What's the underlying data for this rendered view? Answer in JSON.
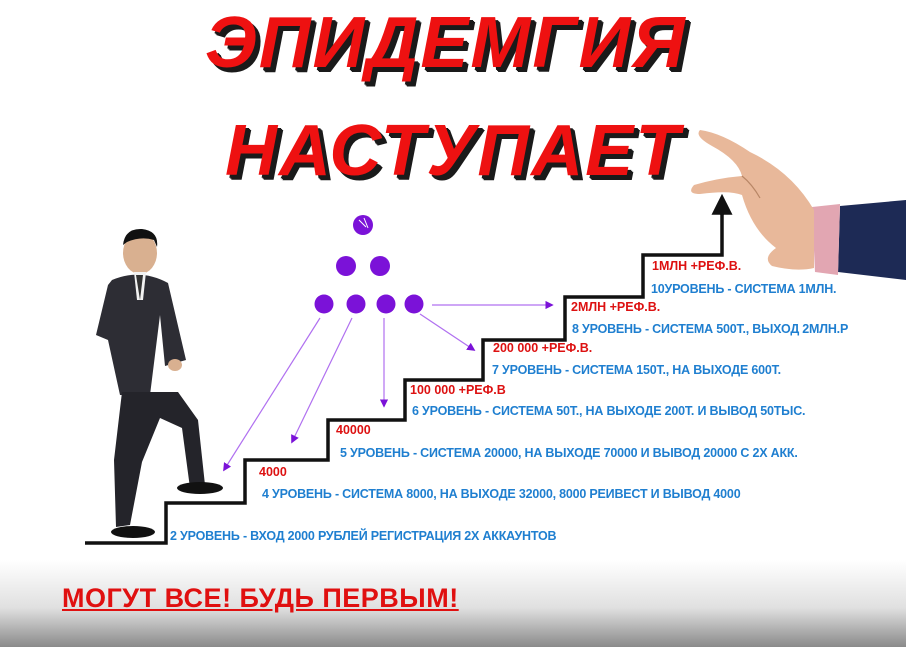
{
  "poster": {
    "title_line1": "ЭПИДЕМГИЯ",
    "title_line2": "НАСТУПАЕТ",
    "slogan": "МОГУТ ВСЕ!  БУДЬ ПЕРВЫМ!",
    "levels": [
      "2 УРОВЕНЬ - ВХОД 2000 РУБЛЕЙ РЕГИСТРАЦИЯ 2Х АККАУНТОВ",
      "4 УРОВЕНЬ - СИСТЕМА 8000, НА ВЫХОДЕ 32000, 8000 РЕИВЕСТ И ВЫВОД 4000",
      "5 УРОВЕНЬ - СИСТЕМА 20000, НА ВЫХОДЕ 70000 И ВЫВОД 20000 С 2Х АКК.",
      "6 УРОВЕНЬ - СИСТЕМА 50Т., НА ВЫХОДЕ 200Т. И ВЫВОД 50ТЫС.",
      "7 УРОВЕНЬ - СИСТЕМА 150Т., НА ВЫХОДЕ 600Т.",
      "8 УРОВЕНЬ - СИСТЕМА 500Т., ВЫХОД 2МЛН.Р",
      "10УРОВЕНЬ - СИСТЕМА 1МЛН."
    ],
    "rewards": [
      "4000",
      "40000",
      "100 000 +РЕФ.В",
      "200 000 +РЕФ.В.",
      "2МЛН +РЕФ.В.",
      "1МЛН +РЕФ.В."
    ],
    "colors": {
      "title_red": "#ee1111",
      "level_blue": "#1f7fd0",
      "reward_red": "#dd1111",
      "dot_purple": "#7b12d8",
      "stair_black": "#111111"
    }
  }
}
